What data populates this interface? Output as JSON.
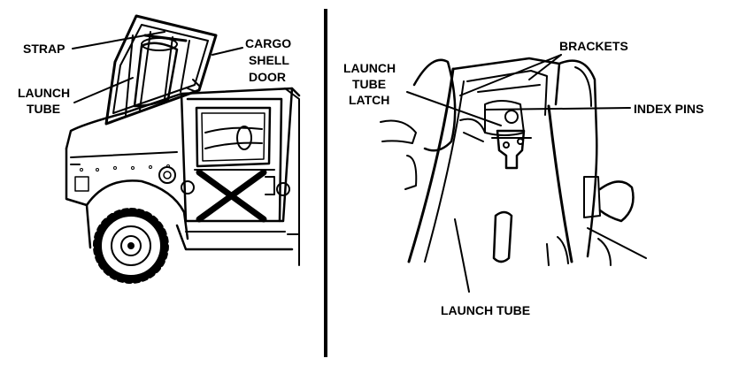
{
  "labels": {
    "strap": "STRAP",
    "launch_tube_left": [
      "LAUNCH",
      "TUBE"
    ],
    "cargo_shell_door": [
      "CARGO",
      "SHELL",
      "DOOR"
    ],
    "launch_tube_latch": [
      "LAUNCH",
      "TUBE",
      "LATCH"
    ],
    "brackets": "BRACKETS",
    "index_pins": "INDEX PINS",
    "launch_tube_bottom": "LAUNCH TUBE"
  },
  "colors": {
    "ink": "#000000",
    "paper": "#ffffff"
  }
}
